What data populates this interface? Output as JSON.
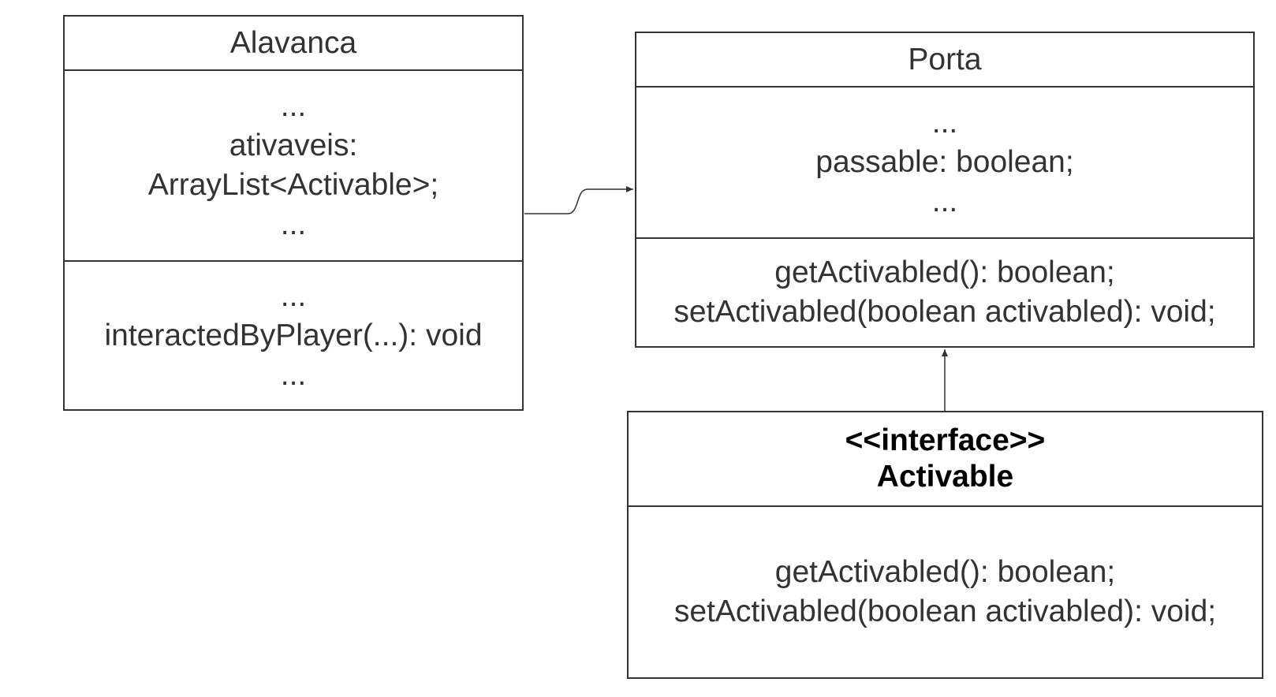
{
  "classes": {
    "alavanca": {
      "name": "Alavanca",
      "attributes": [
        "...",
        "ativaveis:",
        "ArrayList<Activable>;",
        "..."
      ],
      "methods": [
        "...",
        "interactedByPlayer(...): void",
        "..."
      ]
    },
    "porta": {
      "name": "Porta",
      "attributes": [
        "...",
        "passable: boolean;",
        "..."
      ],
      "methods": [
        "getActivabled(): boolean;",
        "setActivabled(boolean activabled): void;"
      ]
    },
    "activable": {
      "stereotype": "<<interface>>",
      "name": "Activable",
      "methods": [
        "getActivabled(): boolean;",
        "setActivabled(boolean activabled): void;"
      ]
    }
  },
  "colors": {
    "line": "#333333",
    "text": "#333333",
    "bold_text": "#000000"
  }
}
